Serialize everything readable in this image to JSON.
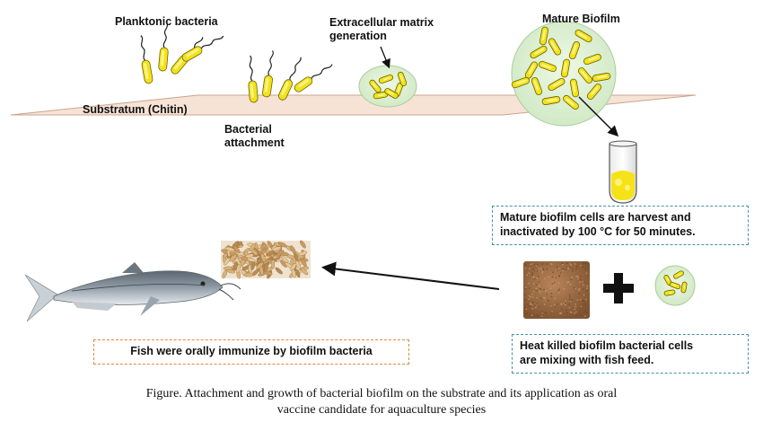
{
  "labels": {
    "planktonic": "Planktonic bacteria",
    "matrix": "Extracellular matrix generation",
    "matrix_line1": "Extracellular matrix",
    "matrix_line2": "generation",
    "mature": "Mature Biofilm",
    "substratum": "Substratum (Chitin)",
    "attachment_line1": "Bacterial",
    "attachment_line2": "attachment"
  },
  "boxes": {
    "harvest_line1": "Mature biofilm cells are harvest and",
    "harvest_line2": "inactivated by 100 °C for 50 minutes.",
    "mixing_line1": "Heat killed biofilm bacterial cells",
    "mixing_line2": "are mixing with fish feed.",
    "immunize": "Fish were orally immunize by biofilm bacteria"
  },
  "caption": {
    "line1": "Figure. Attachment and growth of bacterial biofilm on the substrate and its application as oral",
    "line2": "vaccine candidate for aquaculture species"
  },
  "icons": [
    "planktonic-bacteria-icon",
    "attached-bacteria-icon",
    "matrix-bubble-icon",
    "mature-biofilm-icon",
    "test-tube-icon",
    "fish-feed-pellets-icon",
    "powder-icon",
    "plus-icon",
    "small-biofilm-icon",
    "catfish-icon"
  ],
  "colors": {
    "bacteria": "#f2e21b",
    "substrate": "#f7e3d6",
    "matrix": "#d6eecb",
    "blue_dash": "#4a8fa6",
    "orange_dash": "#e08a3c"
  }
}
